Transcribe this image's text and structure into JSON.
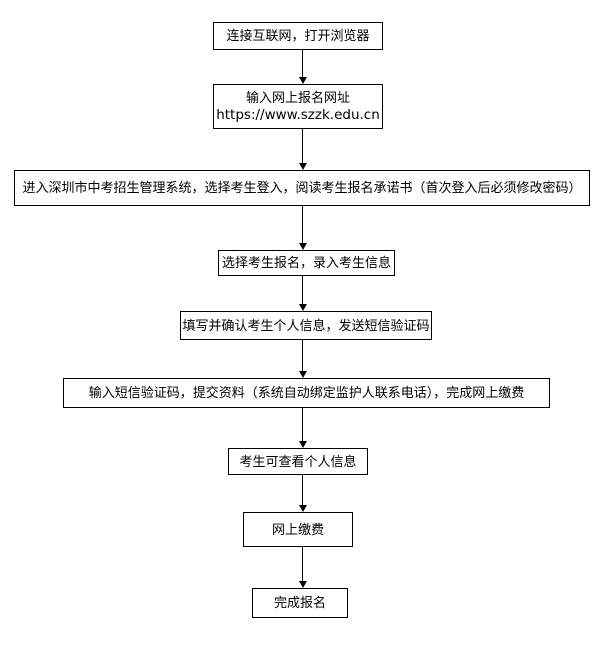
{
  "flowchart": {
    "title": "",
    "colors": {
      "background": "#ffffff",
      "box_border": "#000000",
      "text": "#000000",
      "arrow": "#000000"
    },
    "nodes": [
      {
        "id": "step-1",
        "label": "连接互联网，打开浏览器"
      },
      {
        "id": "step-2",
        "label": "输入网上报名网址",
        "label2": "https://www.szzk.edu.cn"
      },
      {
        "id": "step-3",
        "label": "进入深圳市中考招生管理系统，选择考生登入，阅读考生报名承诺书（首次登入后必须修改密码）"
      },
      {
        "id": "step-4",
        "label": "选择考生报名，录入考生信息"
      },
      {
        "id": "step-5",
        "label": "填写并确认考生个人信息，发送短信验证码"
      },
      {
        "id": "step-6",
        "label": "输入短信验证码，提交资料（系统自动绑定监护人联系电话），完成网上缴费"
      },
      {
        "id": "step-7",
        "label": "考生可查看个人信息"
      },
      {
        "id": "step-8",
        "label": "网上缴费"
      },
      {
        "id": "step-9",
        "label": "完成报名"
      }
    ],
    "edges": [
      {
        "from": "step-1",
        "to": "step-2"
      },
      {
        "from": "step-2",
        "to": "step-3"
      },
      {
        "from": "step-3",
        "to": "step-4"
      },
      {
        "from": "step-4",
        "to": "step-5"
      },
      {
        "from": "step-5",
        "to": "step-6"
      },
      {
        "from": "step-6",
        "to": "step-7"
      },
      {
        "from": "step-7",
        "to": "step-8"
      },
      {
        "from": "step-8",
        "to": "step-9"
      }
    ]
  }
}
